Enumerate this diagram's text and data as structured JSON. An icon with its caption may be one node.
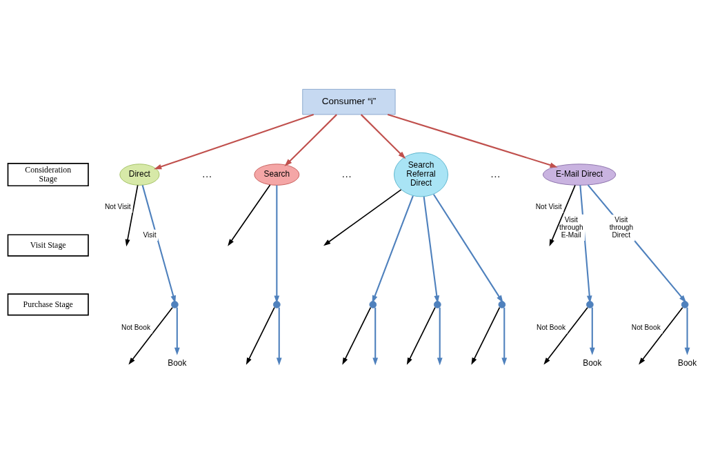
{
  "diagram": {
    "nodes": [
      {
        "text": [
          "Consumer “i”"
        ]
      },
      {
        "text": [
          "Consideration Stage"
        ]
      },
      {
        "text": [
          "Direct"
        ]
      },
      {
        "text": [
          "Search"
        ]
      },
      {
        "text": [
          "Search Referral Direct"
        ]
      },
      {
        "text": [
          "E-Mail Direct"
        ]
      },
      {
        "text": [
          "Visit Stage"
        ]
      },
      {
        "text": [
          "Purchase Stage"
        ]
      },
      {
        "text": [],
        "shape": "point"
      },
      {
        "text": [],
        "shape": "point"
      },
      {
        "text": [],
        "shape": "point"
      },
      {
        "text": [],
        "shape": "point"
      },
      {
        "text": [],
        "shape": "point"
      },
      {
        "text": [],
        "shape": "point"
      },
      {
        "text": [],
        "shape": "point"
      },
      {
        "text": [
          "Book"
        ]
      },
      {
        "text": [
          "Book"
        ]
      },
      {
        "text": [
          "Book"
        ]
      }
    ],
    "edges": [
      {
        "from": 0,
        "to": 2,
        "arrow": "to",
        "color": "#c0504d"
      },
      {
        "from": 0,
        "to": 3,
        "arrow": "to",
        "color": "#c0504d"
      },
      {
        "from": 0,
        "to": 4,
        "arrow": "to",
        "color": "#c0504d"
      },
      {
        "from": 0,
        "to": 5,
        "arrow": "to",
        "color": "#c0504d"
      },
      {
        "from": 2,
        "to": null,
        "arrow": "to",
        "label": "Not Visit",
        "color": "#000000"
      },
      {
        "from": 2,
        "to": 8,
        "arrow": "to",
        "label": "Visit"
      },
      {
        "from": 8,
        "to": null,
        "arrow": "to",
        "label": "Not Book",
        "color": "#000000"
      },
      {
        "from": 8,
        "to": 15,
        "arrow": "to"
      },
      {
        "from": 3,
        "to": null,
        "arrow": "to",
        "color": "#000000"
      },
      {
        "from": 3,
        "to": 9,
        "arrow": "to"
      },
      {
        "from": 9,
        "to": null,
        "arrow": "to",
        "color": "#000000"
      },
      {
        "from": 9,
        "to": null,
        "arrow": "to"
      },
      {
        "from": 4,
        "to": null,
        "arrow": "to",
        "color": "#000000"
      },
      {
        "from": 4,
        "to": 10,
        "arrow": "to"
      },
      {
        "from": 4,
        "to": 11,
        "arrow": "to"
      },
      {
        "from": 4,
        "to": 12,
        "arrow": "to"
      },
      {
        "from": 10,
        "to": null,
        "arrow": "to",
        "color": "#000000"
      },
      {
        "from": 10,
        "to": null,
        "arrow": "to"
      },
      {
        "from": 11,
        "to": null,
        "arrow": "to",
        "color": "#000000"
      },
      {
        "from": 11,
        "to": null,
        "arrow": "to"
      },
      {
        "from": 12,
        "to": null,
        "arrow": "to",
        "color": "#000000"
      },
      {
        "from": 12,
        "to": null,
        "arrow": "to"
      },
      {
        "from": 5,
        "to": null,
        "arrow": "to",
        "label": "Not Visit",
        "color": "#000000"
      },
      {
        "from": 5,
        "to": 13,
        "arrow": "to",
        "label": "Visit through E-Mail"
      },
      {
        "from": 5,
        "to": 14,
        "arrow": "to",
        "label": "Visit through Direct"
      },
      {
        "from": 13,
        "to": null,
        "arrow": "to",
        "label": "Not Book",
        "color": "#000000"
      },
      {
        "from": 13,
        "to": 16,
        "arrow": "to"
      },
      {
        "from": 14,
        "to": null,
        "arrow": "to",
        "label": "Not Book",
        "color": "#000000"
      },
      {
        "from": 14,
        "to": 17,
        "arrow": "to"
      }
    ],
    "labels": [
      "…",
      "…",
      "…"
    ]
  }
}
